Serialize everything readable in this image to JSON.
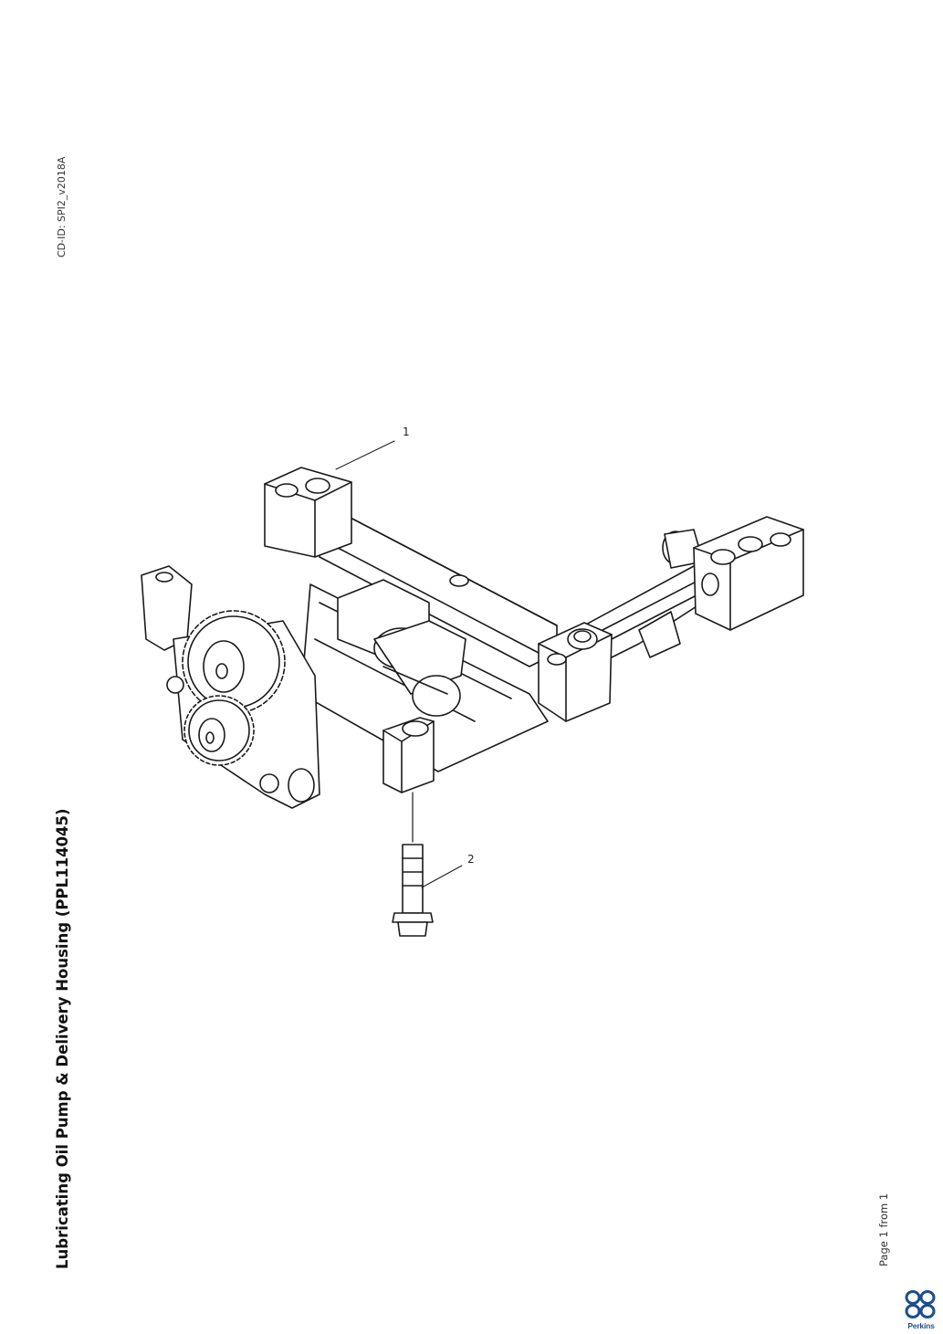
{
  "document": {
    "cd_id": "CD-ID: SPI2_v2018A",
    "title": "Lubricating Oil Pump & Delivery Housing (PPL114045)",
    "page_label": "Page 1 from 1"
  },
  "diagram": {
    "callouts": [
      {
        "label": "1"
      },
      {
        "label": "2"
      }
    ]
  },
  "brand": {
    "name": "Perkins",
    "color": "#1d4f8f"
  }
}
